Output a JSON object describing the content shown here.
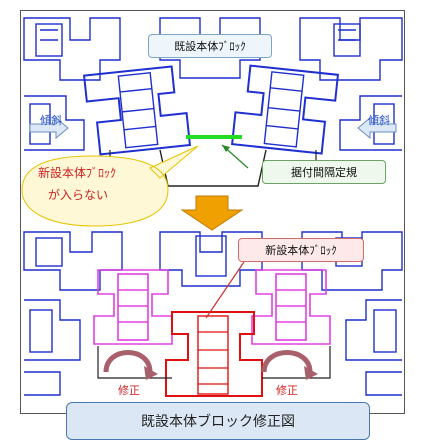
{
  "labels": {
    "existing_block": "既設本体ﾌﾞﾛｯｸ",
    "gauge": "据付間隔定規",
    "new_block": "新設本体ﾌﾞﾛｯｸ",
    "tilt_left": "傾斜",
    "tilt_right": "傾斜",
    "callout_line1": "新設本体ﾌﾞﾛｯｸ",
    "callout_line2": "が入らない",
    "fix_left": "修正",
    "fix_right": "修正"
  },
  "figure_title": "既設本体ブロック修正図",
  "colors": {
    "existing": "#1f2fd0",
    "corrected": "#e040e0",
    "new": "#e01010",
    "gauge": "#22dd22",
    "arrow": "#f0a000"
  }
}
